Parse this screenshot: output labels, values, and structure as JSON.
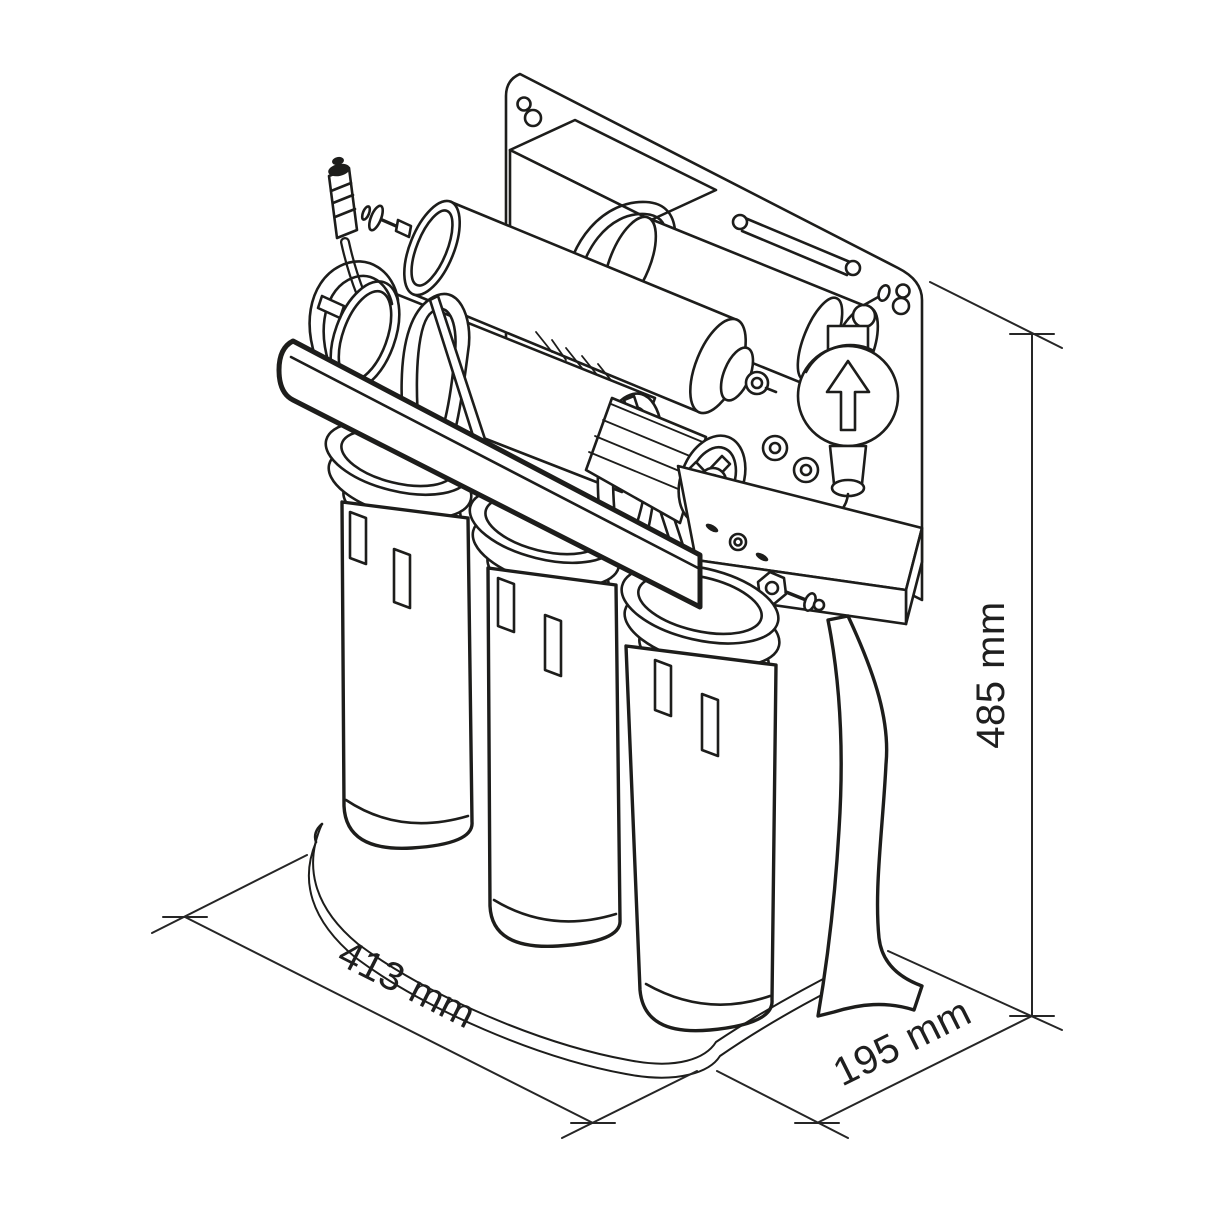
{
  "page": {
    "background": "#ffffff",
    "ink": "#1d1d1b",
    "title": "Isometric dimensional line drawing of a three-stage water filtration system on a mounting bracket"
  },
  "dimensions": {
    "width": {
      "label": "413 mm",
      "value": 413,
      "unit": "mm",
      "edge": "base-front-left"
    },
    "depth": {
      "label": "195 mm",
      "value": 195,
      "unit": "mm",
      "edge": "base-front-right"
    },
    "height": {
      "label": "485 mm",
      "value": 485,
      "unit": "mm",
      "edge": "right-vertical"
    }
  },
  "parts": [
    "wall-mount-plate",
    "keyhole-slot-left",
    "keyhole-slot-right",
    "power-adapter",
    "handle-tube",
    "membrane-housing-right",
    "booster-pump-head",
    "flow-direction-arrow",
    "membrane-housing-main",
    "quick-connect-fitting",
    "inlet-tube",
    "membrane-housing-lower",
    "spring-clamp-left",
    "spring-clamp-right",
    "inline-pump",
    "tubing-loop",
    "bracket-shelf",
    "drain-fitting",
    "filter-canister-left",
    "filter-canister-middle",
    "filter-canister-right",
    "mounting-bar",
    "base-plate",
    "stand-leg"
  ]
}
